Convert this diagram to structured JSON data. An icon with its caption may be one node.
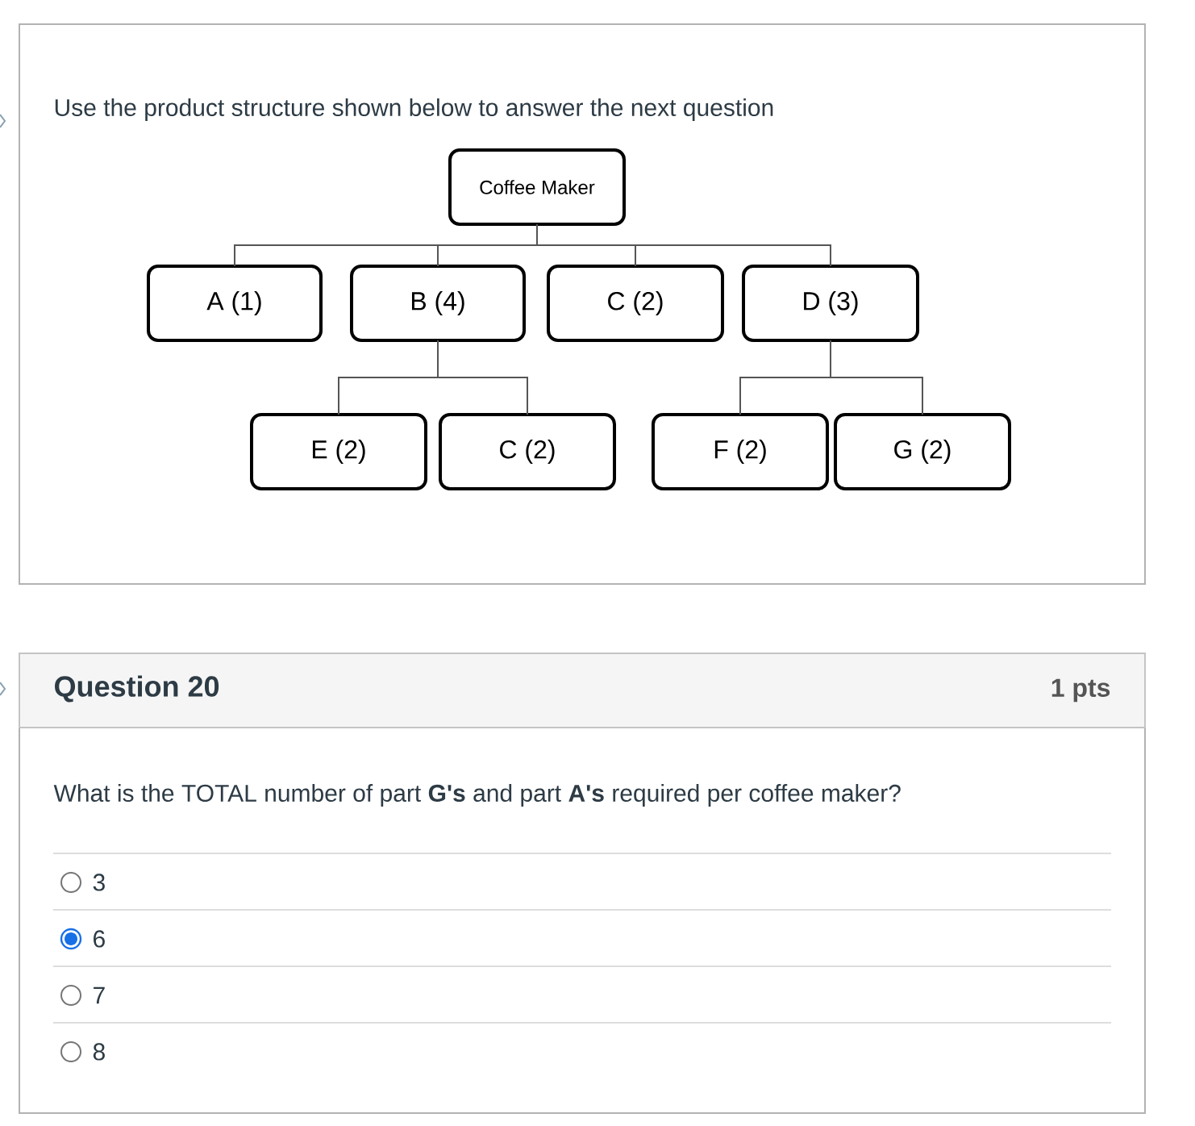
{
  "diagram": {
    "nodes": [
      {
        "text": [
          "Use the product structure shown below to answer the next question"
        ]
      },
      {
        "text": [
          "Coffee Maker"
        ],
        "in": 0
      },
      {
        "text": [
          "A (1)"
        ],
        "in": 0
      },
      {
        "text": [
          "B (4)"
        ],
        "in": 0
      },
      {
        "text": [
          "C (2)"
        ],
        "in": 0
      },
      {
        "text": [
          "D (3)"
        ],
        "in": 0
      },
      {
        "text": [
          "E (2)"
        ],
        "in": 0
      },
      {
        "text": [
          "C (2)"
        ],
        "in": 0
      },
      {
        "text": [
          "F (2)"
        ],
        "in": 0
      },
      {
        "text": [
          "G (2)"
        ],
        "in": 0
      },
      {
        "text": [
          "What is the TOTAL number of part **G's** and part **A's** required per coffee maker?"
        ]
      },
      {
        "text": [
          "Question 20",
          "1 pts"
        ],
        "in": 10
      }
    ],
    "edges": [
      {
        "from": 1,
        "to": 2,
        "arrow": "none"
      },
      {
        "from": 1,
        "to": 3,
        "arrow": "none"
      },
      {
        "from": 1,
        "to": 4,
        "arrow": "none"
      },
      {
        "from": 1,
        "to": 5,
        "arrow": "none"
      },
      {
        "from": 3,
        "to": 6,
        "arrow": "none"
      },
      {
        "from": 3,
        "to": 7,
        "arrow": "none"
      },
      {
        "from": 5,
        "to": 8,
        "arrow": "none"
      },
      {
        "from": 5,
        "to": 9,
        "arrow": "none"
      }
    ],
    "labels": [
      "3",
      "6",
      "7",
      "8"
    ]
  }
}
